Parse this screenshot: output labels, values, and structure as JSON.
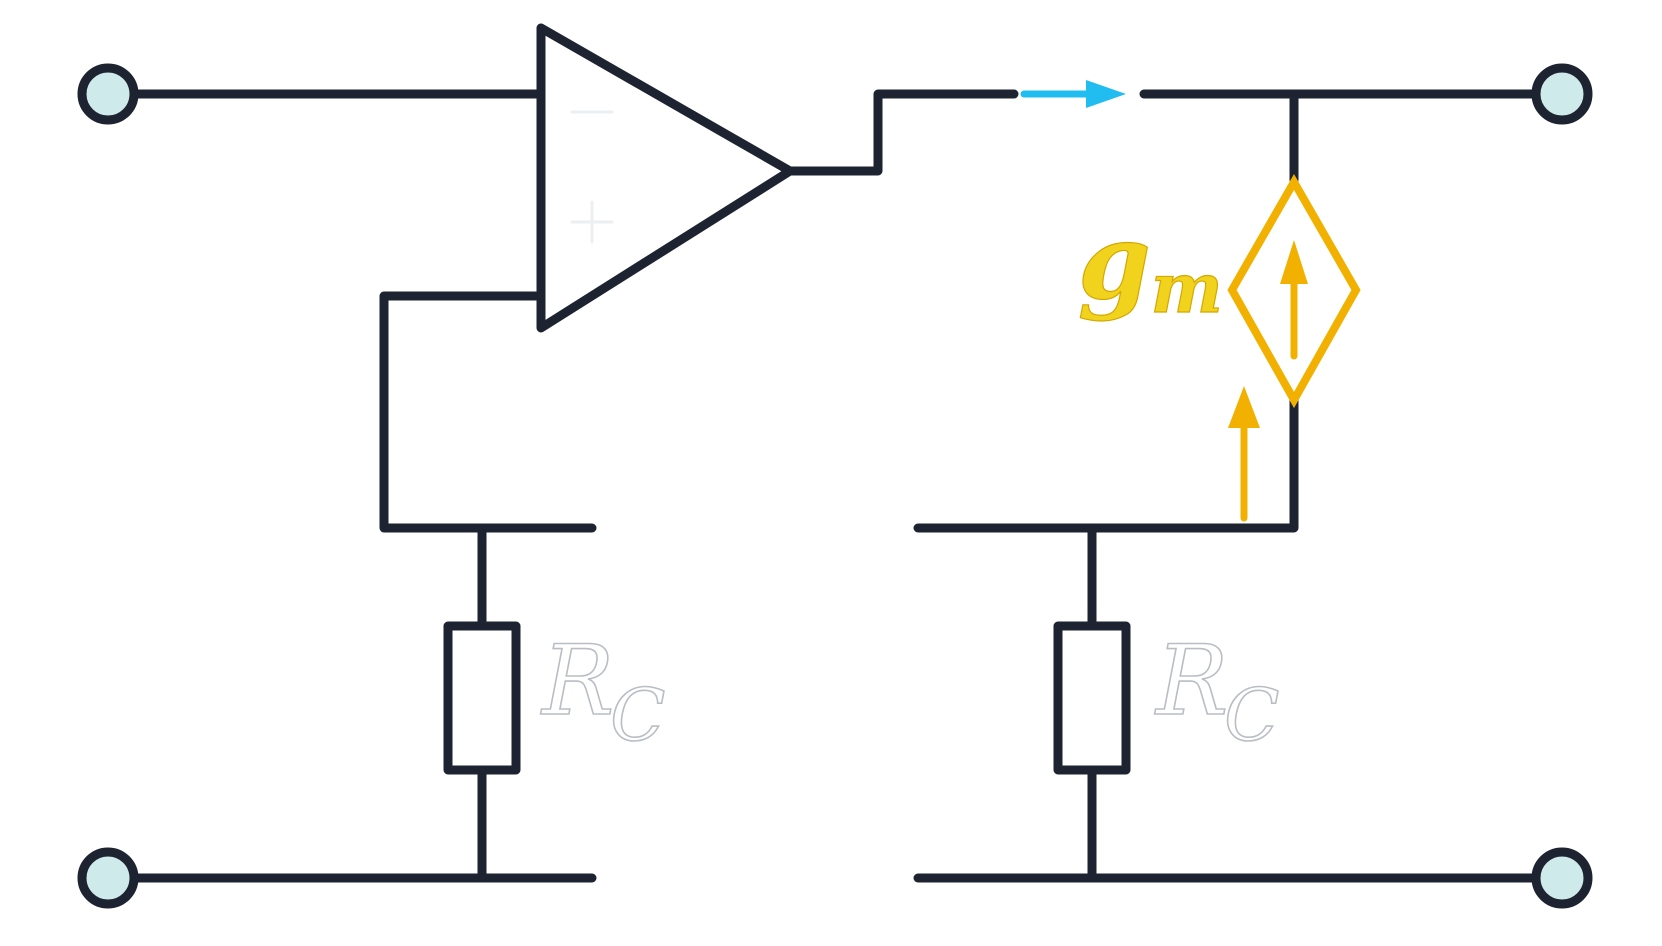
{
  "diagram": {
    "labels": {
      "resistor_left": {
        "main": "R",
        "sub": "C"
      },
      "resistor_right": {
        "main": "R",
        "sub": "C"
      },
      "transconductance": {
        "main": "g",
        "sub": "m"
      }
    },
    "amplifier_pins": {
      "upper": "−",
      "lower": "+"
    },
    "colors": {
      "wire": "#1d2330",
      "terminal_fill": "#cfeaea",
      "dependent_source": "#f2b100",
      "gm_label": "#f1d21c",
      "current_arrow": "#21bdf0",
      "resistor_label_outline": "#b9bec4"
    }
  }
}
